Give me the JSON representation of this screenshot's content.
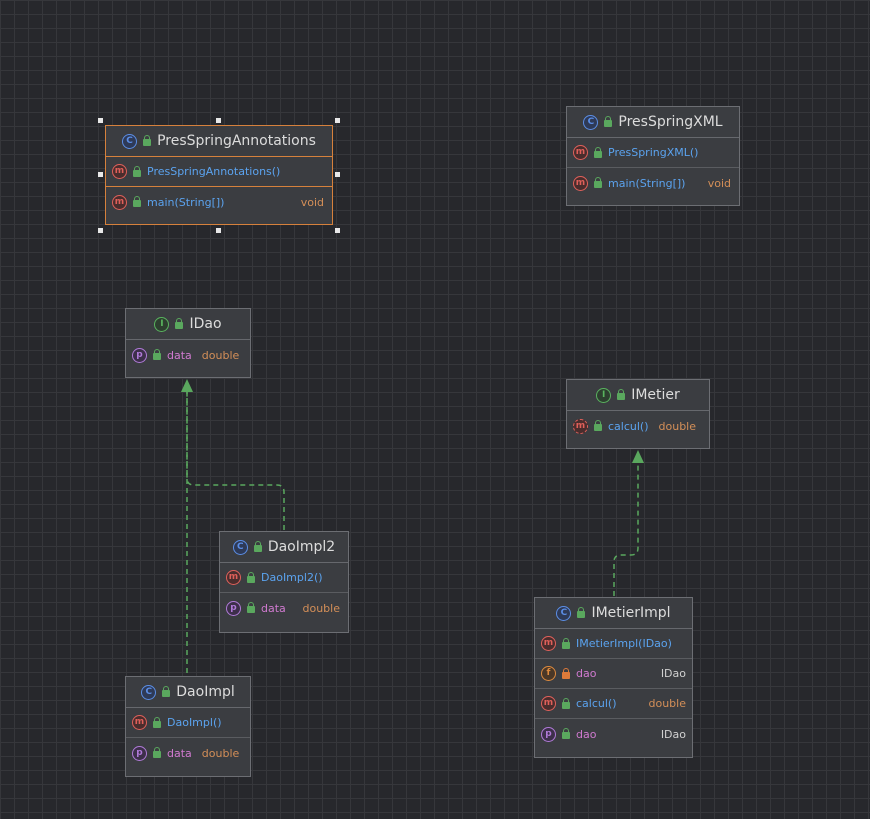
{
  "classes": {
    "pres_spring_annotations": {
      "name": "PresSpringAnnotations",
      "members": [
        {
          "name": "PresSpringAnnotations()",
          "type": ""
        },
        {
          "name": "main(String[])",
          "type": "void"
        }
      ]
    },
    "pres_spring_xml": {
      "name": "PresSpringXML",
      "members": [
        {
          "name": "PresSpringXML()",
          "type": ""
        },
        {
          "name": "main(String[])",
          "type": "void"
        }
      ]
    },
    "idao": {
      "name": "IDao",
      "members": [
        {
          "name": "data",
          "type": "double"
        }
      ]
    },
    "imetier": {
      "name": "IMetier",
      "members": [
        {
          "name": "calcul()",
          "type": "double"
        }
      ]
    },
    "dao_impl2": {
      "name": "DaoImpl2",
      "members": [
        {
          "name": "DaoImpl2()",
          "type": ""
        },
        {
          "name": "data",
          "type": "double"
        }
      ]
    },
    "dao_impl": {
      "name": "DaoImpl",
      "members": [
        {
          "name": "DaoImpl()",
          "type": ""
        },
        {
          "name": "data",
          "type": "double"
        }
      ]
    },
    "imetier_impl": {
      "name": "IMetierImpl",
      "members": [
        {
          "name": "IMetierImpl(IDao)",
          "type": ""
        },
        {
          "name": "dao",
          "type": "IDao"
        },
        {
          "name": "calcul()",
          "type": "double"
        },
        {
          "name": "dao",
          "type": "IDao"
        }
      ]
    }
  },
  "icons": {
    "class": "C",
    "interface": "I",
    "method": "m",
    "property": "p",
    "field": "f"
  },
  "colors": {
    "background": "#27282c",
    "selection": "#d6813c",
    "arrow": "#5aa85e"
  }
}
